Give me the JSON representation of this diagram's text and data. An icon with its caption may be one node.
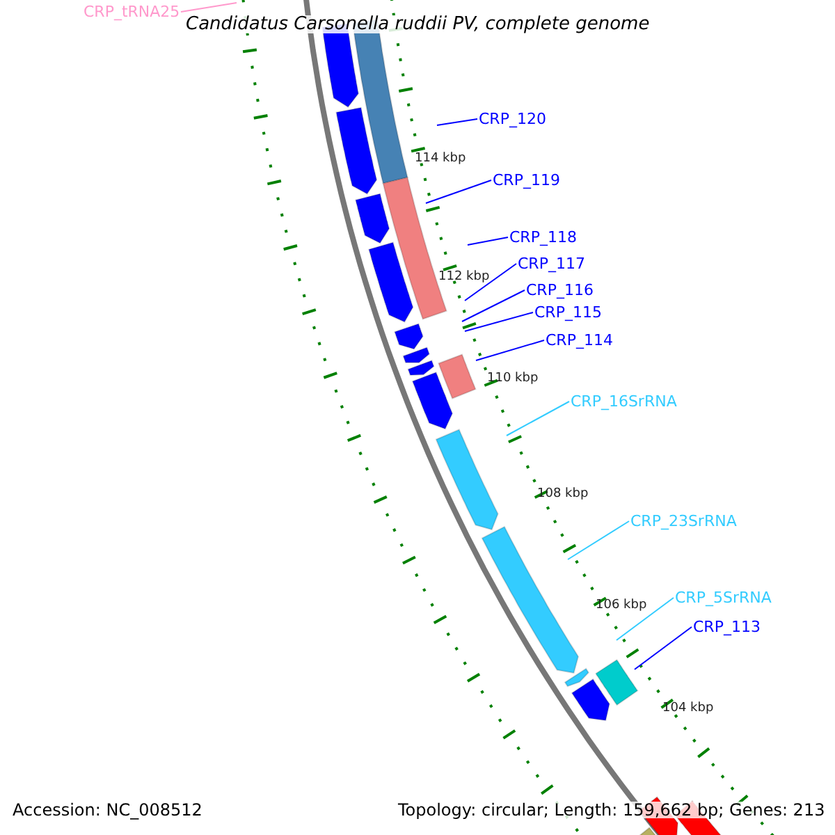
{
  "diagram": {
    "title": "Candidatus Carsonella ruddii PV, complete genome",
    "nodes": [
      {
        "text": [
          "CRP_tRNA25"
        ]
      },
      {
        "text": [
          "CRP_120"
        ]
      },
      {
        "text": [
          "CRP_119"
        ]
      },
      {
        "text": [
          "CRP_118"
        ]
      },
      {
        "text": [
          "CRP_117"
        ]
      },
      {
        "text": [
          "CRP_116"
        ]
      },
      {
        "text": [
          "CRP_115"
        ]
      },
      {
        "text": [
          "CRP_114"
        ]
      },
      {
        "text": [
          "CRP_16SrRNA"
        ]
      },
      {
        "text": [
          "CRP_23SrRNA"
        ]
      },
      {
        "text": [
          "CRP_5SrRNA"
        ]
      },
      {
        "text": [
          "CRP_113"
        ]
      }
    ],
    "edges": [
      {
        "from": 0,
        "to": null,
        "arrow": "none",
        "color": "#ff99cc"
      },
      {
        "from": 1,
        "to": null,
        "arrow": "none"
      },
      {
        "from": 2,
        "to": null,
        "arrow": "none"
      },
      {
        "from": 3,
        "to": null,
        "arrow": "none"
      },
      {
        "from": 4,
        "to": null,
        "arrow": "none"
      },
      {
        "from": 5,
        "to": null,
        "arrow": "none"
      },
      {
        "from": 6,
        "to": null,
        "arrow": "none"
      },
      {
        "from": 7,
        "to": null,
        "arrow": "none"
      },
      {
        "from": 8,
        "to": null,
        "arrow": "none",
        "color": "#33ccff"
      },
      {
        "from": 9,
        "to": null,
        "arrow": "none",
        "color": "#33ccff"
      },
      {
        "from": 10,
        "to": null,
        "arrow": "none",
        "color": "#33ccff"
      },
      {
        "from": 11,
        "to": null,
        "arrow": "none"
      }
    ],
    "labels": [
      "114 kbp",
      "112 kbp",
      "110 kbp",
      "108 kbp",
      "106 kbp",
      "104 kbp",
      "Accession: NC_008512",
      "Topology: circular; Length: 159,662 bp; Genes: 213"
    ]
  }
}
